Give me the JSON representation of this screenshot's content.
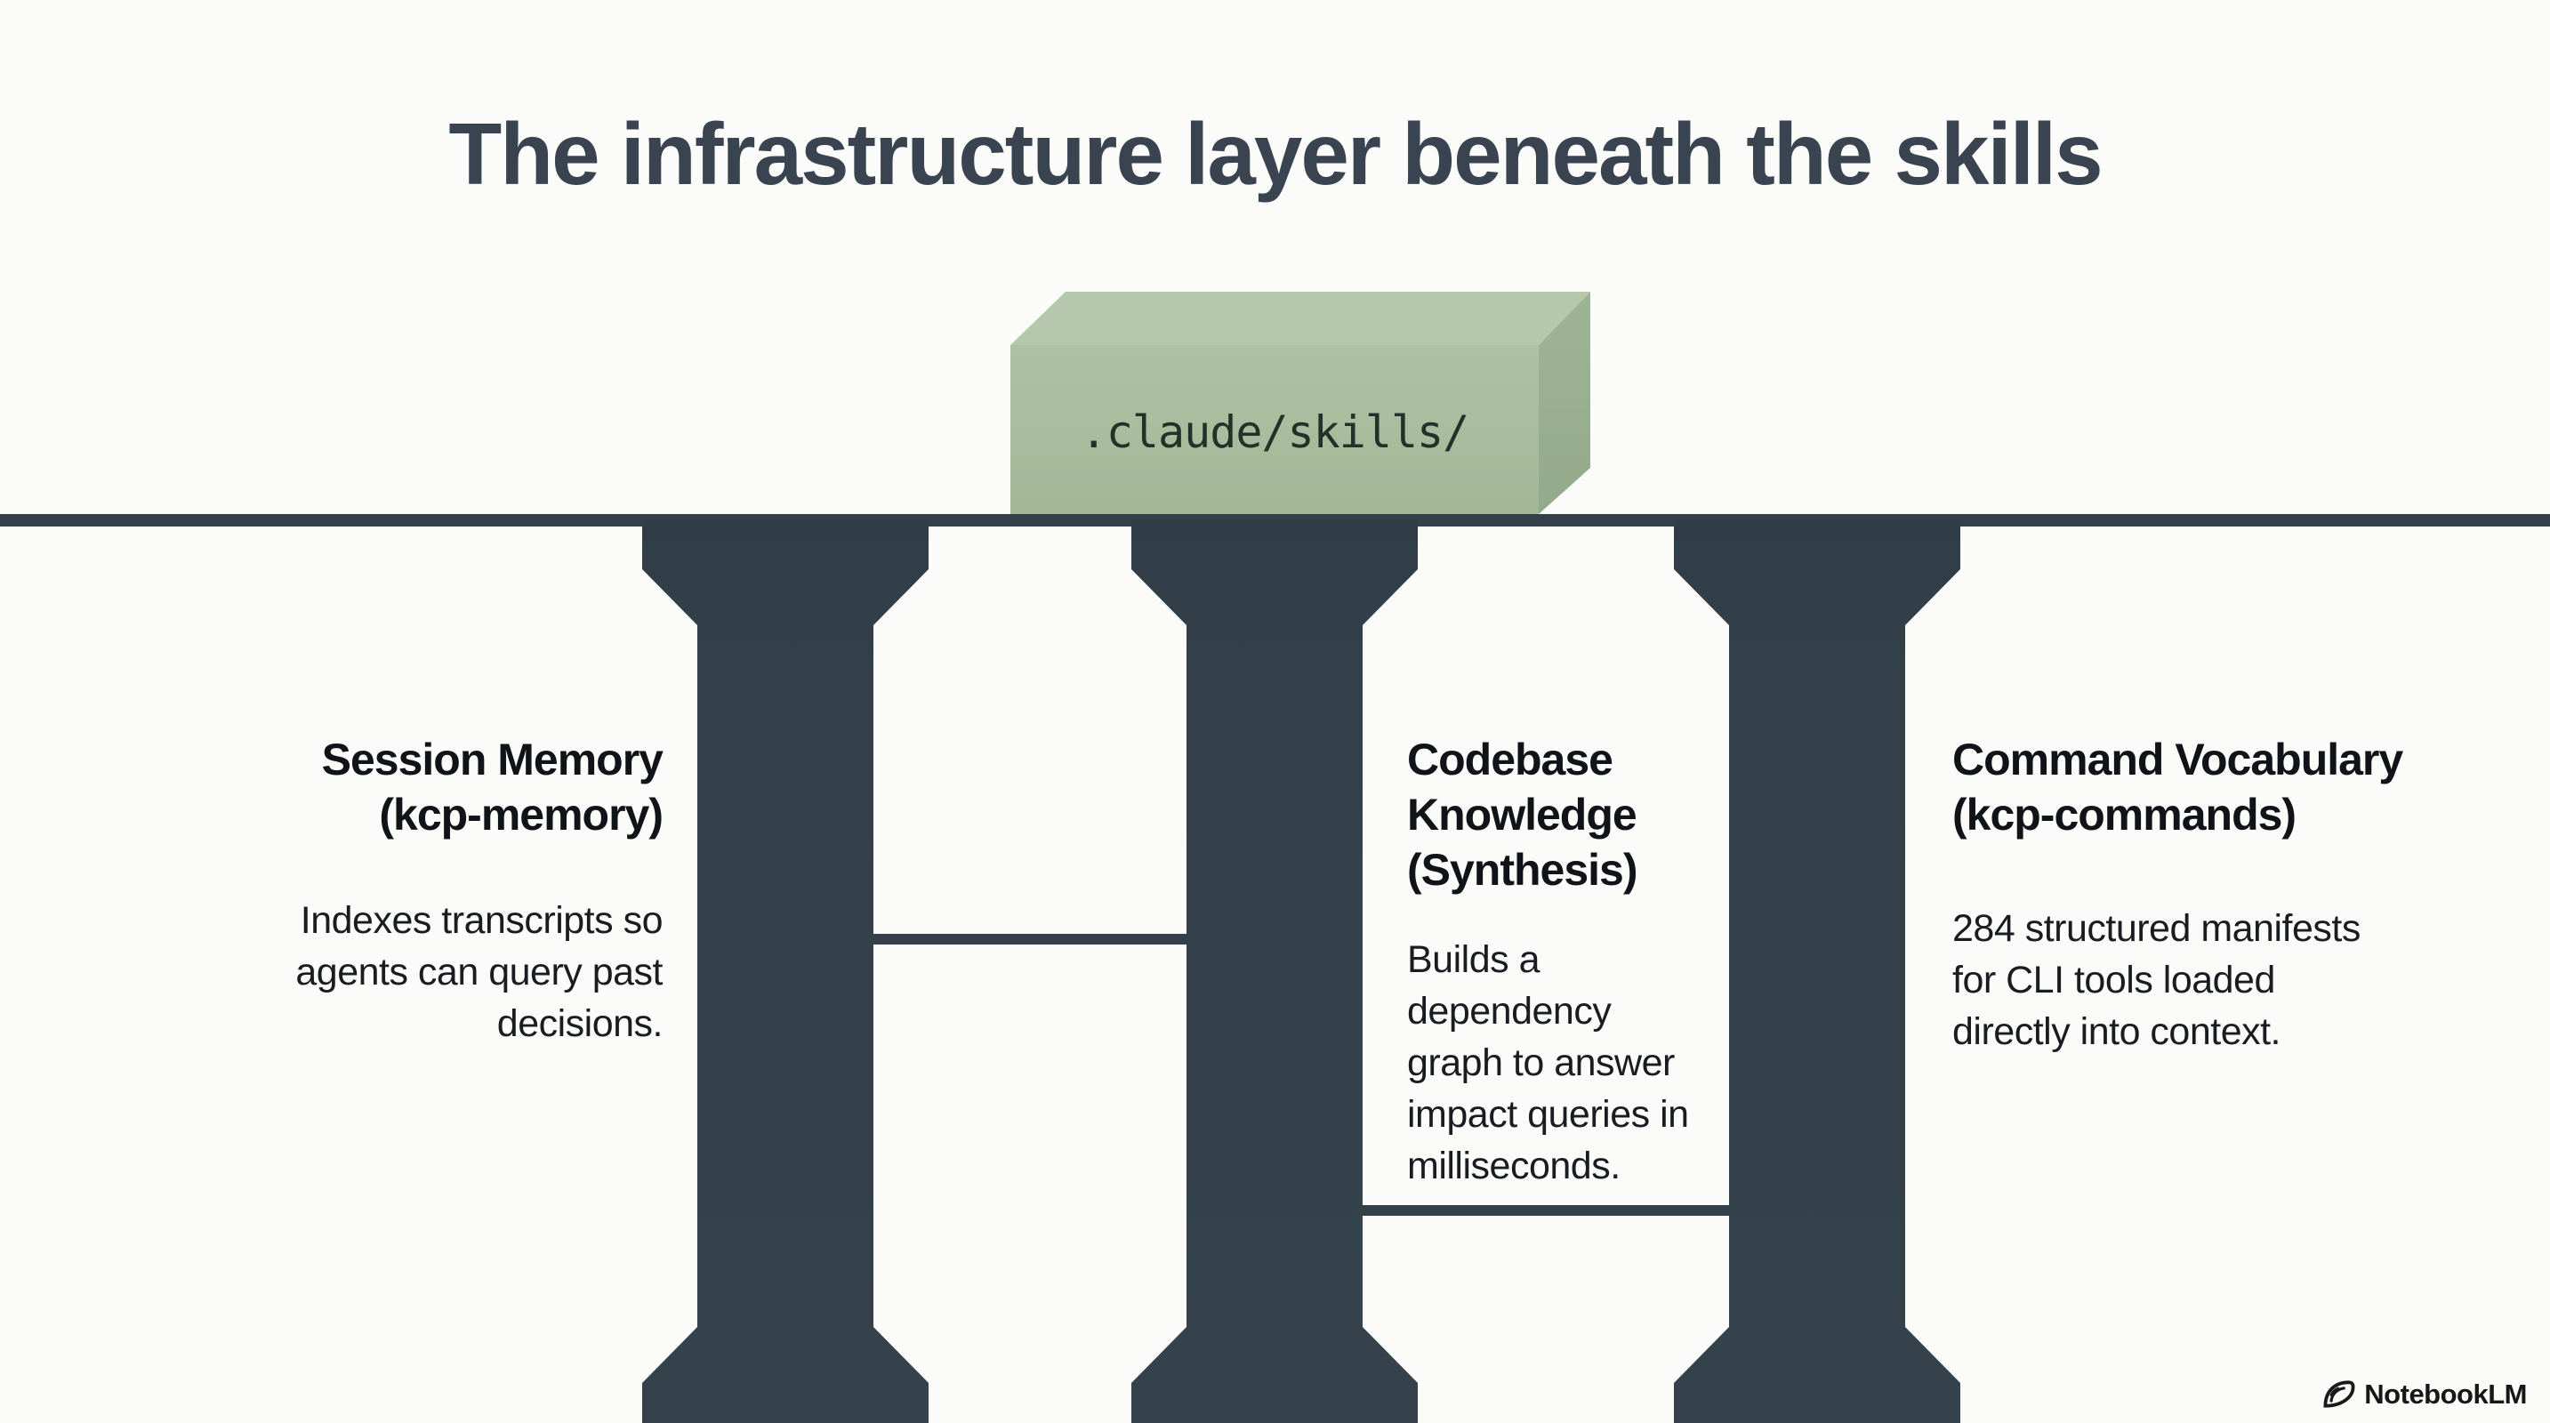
{
  "title": "The infrastructure layer beneath the skills",
  "skills_box": {
    "label": ".claude/skills/"
  },
  "sections": [
    {
      "id": "session-memory",
      "heading": "Session Memory\n(kcp-memory)",
      "body": "Indexes transcripts so\nagents can query past\ndecisions."
    },
    {
      "id": "codebase-knowledge",
      "heading": "Codebase\nKnowledge\n(Synthesis)",
      "body": "Builds a\ndependency\ngraph to answer\nimpact queries in\nmilliseconds."
    },
    {
      "id": "command-vocabulary",
      "heading": "Command Vocabulary\n(kcp-commands)",
      "body": "284 structured manifests\nfor CLI tools loaded\ndirectly into context."
    }
  ],
  "watermark": {
    "icon": "notebooklm-logo",
    "label": "NotebookLM"
  },
  "colors": {
    "background": "#fbfbfa",
    "title": "#3a4450",
    "pillar": "#33404a",
    "box_front": "#a2b897",
    "box_top": "#b6c8ab",
    "box_side": "#93aa8b"
  }
}
